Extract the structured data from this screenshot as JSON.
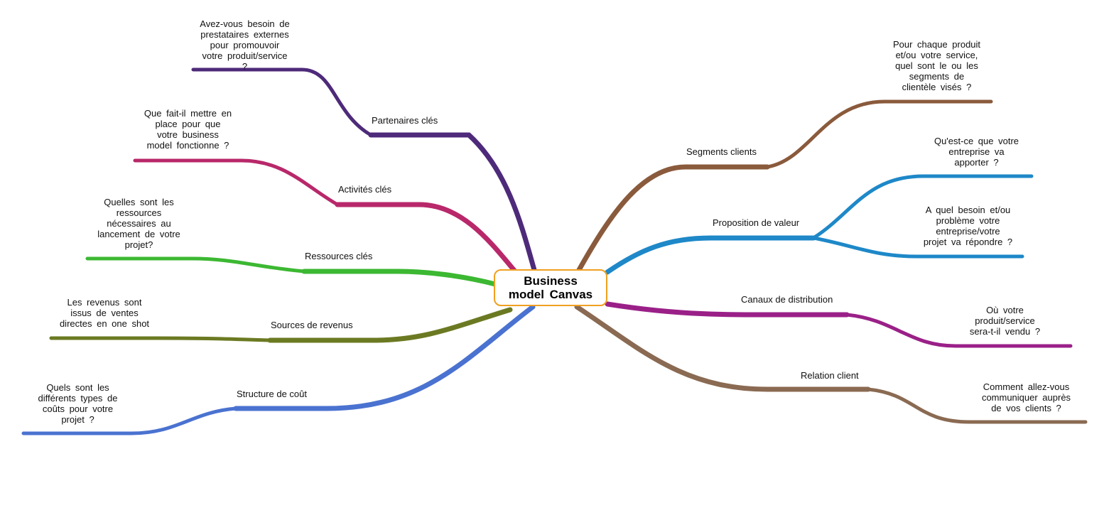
{
  "center": {
    "title": "Business\nmodel  Canvas"
  },
  "colors": {
    "partenaires": "#4e2a7a",
    "activites": "#b8286a",
    "ressources": "#3cb832",
    "revenus": "#6b7a22",
    "cout": "#4a72d0",
    "segments": "#8a5a3c",
    "valeur": "#1e88c8",
    "canaux": "#9a2088",
    "relation": "#8a6a52",
    "center_border": "#f0a020"
  },
  "branches": {
    "partenaires": {
      "label": "Partenaires clés",
      "question": "Avez-vous besoin de\nprestataires externes\npour promouvoir\nvotre produit/service\n?"
    },
    "activites": {
      "label": "Activités clés",
      "question": "Que fait-il mettre en\nplace pour que\nvotre business\nmodel fonctionne ?"
    },
    "ressources": {
      "label": "Ressources clés",
      "question": "Quelles sont les\nressources\nnécessaires au\nlancement de votre\nprojet?"
    },
    "revenus": {
      "label": "Sources de revenus",
      "question": "Les revenus sont\nissus de ventes\ndirectes en one shot"
    },
    "cout": {
      "label": "Structure de coût",
      "question": "Quels sont les\ndifférents types de\ncoûts pour votre\nprojet ?"
    },
    "segments": {
      "label": "Segments clients",
      "question": "Pour chaque produit\net/ou votre service,\nquel sont le ou les\nsegments de\nclientèle visés ?"
    },
    "valeur": {
      "label": "Proposition de valeur",
      "question1": "Qu'est-ce que votre\nentreprise va\napporter ?",
      "question2": "A quel besoin et/ou\nproblème votre\nentreprise/votre\nprojet va répondre ?"
    },
    "canaux": {
      "label": "Canaux de distribution",
      "question": "Où votre\nproduit/service\nsera-t-il vendu ?"
    },
    "relation": {
      "label": "Relation client",
      "question": "Comment allez-vous\ncommuniquer auprès\nde vos clients ?"
    }
  }
}
